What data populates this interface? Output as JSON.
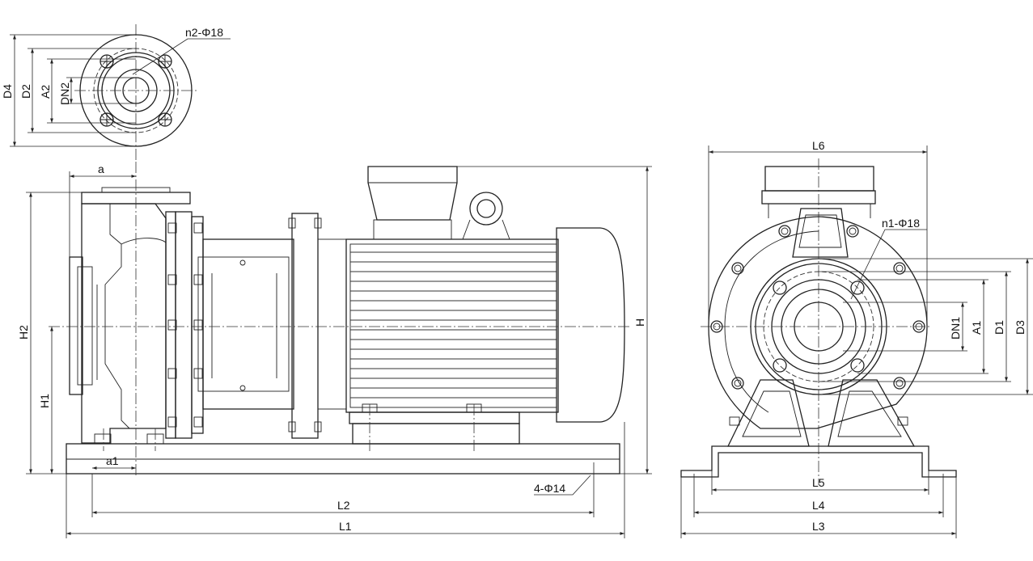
{
  "labels": {
    "top_flange_bolts": "n2-Φ18",
    "D4": "D4",
    "D2": "D2",
    "A2": "A2",
    "DN2": "DN2",
    "a": "a",
    "H2": "H2",
    "H1": "H1",
    "a1": "a1",
    "H": "H",
    "base_holes": "4-Φ14",
    "L2": "L2",
    "L1": "L1",
    "L6": "L6",
    "side_flange_bolts": "n1-Φ18",
    "DN1": "DN1",
    "A1": "A1",
    "D1": "D1",
    "D3": "D3",
    "L5": "L5",
    "L4": "L4",
    "L3": "L3"
  }
}
